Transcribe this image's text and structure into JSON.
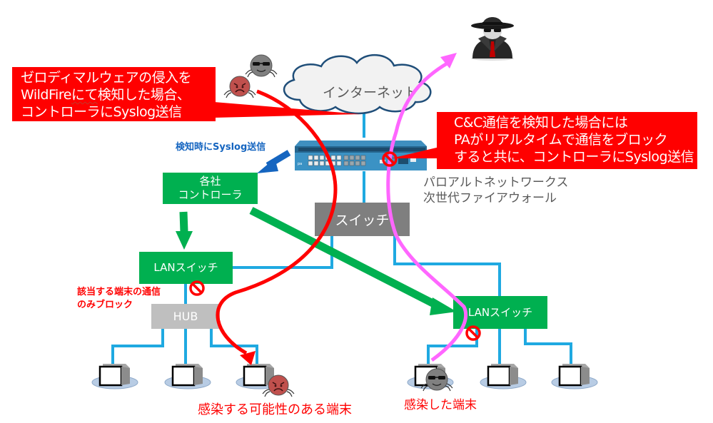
{
  "diagram": {
    "title_implied": "WildFire / Palo Alto next-gen firewall malware containment flow",
    "internet_cloud": {
      "label": "インターネット"
    },
    "attacker_icon": "hacker-spy-icon",
    "firewall": {
      "label_line1": "パロアルトネットワークス",
      "label_line2": "次世代ファイアウォール"
    },
    "core_switch": {
      "label": "スイッチ"
    },
    "controller": {
      "line1": "各社",
      "line2": "コントローラ"
    },
    "lan_switch_left": {
      "label": "LANスイッチ"
    },
    "lan_switch_right": {
      "label": "LANスイッチ"
    },
    "hub": {
      "label": "HUB"
    },
    "callout_left": {
      "line1": "ゼロディマルウェアの侵入を",
      "line2_a": "WildFire",
      "line2_b": "にて",
      "line2_c": "検知した場合、",
      "line3": "コントローラにSyslog送信"
    },
    "callout_right": {
      "line1": "C&C通信を検知した場合には",
      "line2": "PAがリアルタイムで通信をブロック",
      "line3": "すると共に、コントローラにSyslog送信"
    },
    "syslog_label": "検知時にSyslog送信",
    "block_note": {
      "line1": "該当する端末の通信",
      "line2": "のみブロック"
    },
    "infected_possible_label": "感染する可能性のある端末",
    "infected_label": "感染した端末",
    "colors": {
      "callout_red": "#ff0000",
      "controller_green": "#00b050",
      "network_line_blue": "#1fa9e1",
      "syslog_arrow_blue": "#1565c0",
      "malware_path_red": "#ff0000",
      "cnc_path_pink": "#ff66ff",
      "core_switch_grey": "#7f7f7f",
      "hub_grey": "#bfbfbf",
      "cloud_stroke": "#1f4e79"
    },
    "icons": [
      "angry-malware-bug-icon",
      "sunglasses-malware-bug-icon",
      "firewall-appliance-icon",
      "terminal-pc-icon",
      "block-prohibited-icon"
    ]
  }
}
